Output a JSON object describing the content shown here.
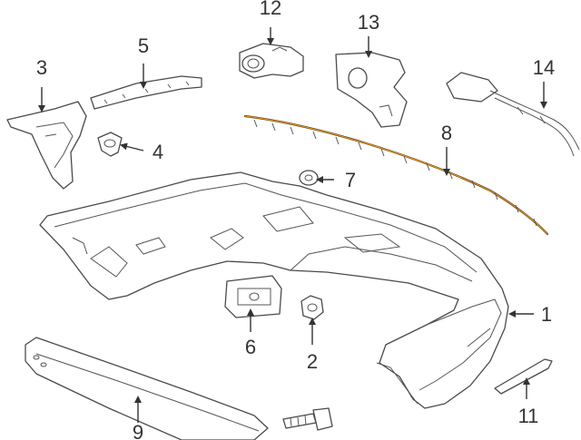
{
  "callouts": [
    {
      "id": "1",
      "label": "1"
    },
    {
      "id": "2",
      "label": "2"
    },
    {
      "id": "3",
      "label": "3"
    },
    {
      "id": "4",
      "label": "4"
    },
    {
      "id": "5",
      "label": "5"
    },
    {
      "id": "6",
      "label": "6"
    },
    {
      "id": "7",
      "label": "7"
    },
    {
      "id": "8",
      "label": "8"
    },
    {
      "id": "9",
      "label": "9"
    },
    {
      "id": "11",
      "label": "11"
    },
    {
      "id": "12",
      "label": "12"
    },
    {
      "id": "13",
      "label": "13"
    },
    {
      "id": "14",
      "label": "14"
    }
  ],
  "highlight_part": "8",
  "colors": {
    "line": "#4a4a4a",
    "highlight": "#e8961e",
    "highlight_outline": "#3a2a10",
    "text": "#333333",
    "background": "#ffffff"
  }
}
